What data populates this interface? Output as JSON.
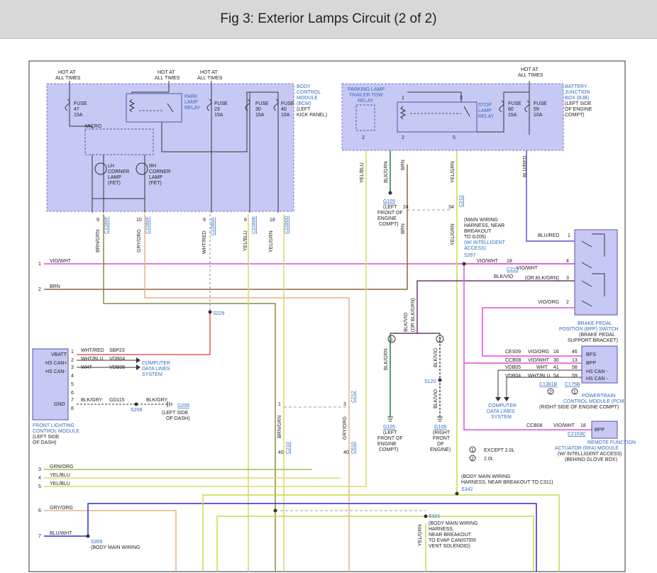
{
  "title": "Fig 3: Exterior Lamps Circuit (2 of 2)",
  "hot": [
    "HOT AT",
    "ALL TIMES"
  ],
  "bcm": {
    "name": [
      "BODY",
      "CONTROL",
      "MODULE",
      "(BCM)",
      "(LEFT",
      "KICK PANEL)"
    ],
    "fuses": [
      {
        "l": "FUSE",
        "n": "47",
        "a": "15A"
      },
      {
        "l": "FUSE",
        "n": "23",
        "a": "15A"
      },
      {
        "l": "FUSE",
        "n": "30",
        "a": "15A"
      },
      {
        "l": "FUSE",
        "n": "40",
        "a": "10A"
      }
    ],
    "relay": [
      "PARK",
      "LAMP",
      "RELAY"
    ],
    "micro": "MICRO",
    "lh": [
      "LH",
      "CORNER",
      "LAMP",
      "(FET)"
    ],
    "rh": [
      "RH",
      "CORNER",
      "LAMP",
      "(FET)"
    ],
    "pins": [
      {
        "p": "9",
        "c": "C2280F",
        "w": "BRN/GRN"
      },
      {
        "p": "10",
        "c": "C2280F",
        "w": "GRY/ORG"
      },
      {
        "p": "9",
        "c": "C2280A",
        "w": "WHT/RED"
      },
      {
        "p": "6",
        "c": "C2280E",
        "w": "YEL/BLU"
      },
      {
        "p": "18",
        "c": "C2280D",
        "w": "YEL/GRN"
      }
    ]
  },
  "bjb": {
    "name": [
      "BATTERY",
      "JUNCTION",
      "BOX (BJB)",
      "(LEFT SIDE",
      "OF ENGINE",
      "COMPT)"
    ],
    "fuses": [
      {
        "l": "FUSE",
        "n": "60",
        "a": "15A"
      },
      {
        "l": "FUSE",
        "n": "59",
        "a": "10A"
      }
    ],
    "trailer": [
      "PARKING LAMP",
      "TRAILER TOW",
      "RELAY"
    ],
    "stop": [
      "STOP",
      "LAMP",
      "RELAY"
    ],
    "pins": [
      "2",
      "1",
      "2",
      "3",
      "5"
    ],
    "wires": [
      "YEL/BLU",
      "BLK/GRN",
      "BRN",
      "YEL/GRN",
      "BLU/RED"
    ]
  },
  "g105": {
    "id": "G105",
    "desc": [
      "(LEFT",
      "FRONT OF",
      "ENGINE",
      "COMPT)"
    ]
  },
  "c212": {
    "c": "C212",
    "p24": "24",
    "p34": "34"
  },
  "mwh": {
    "lines": [
      "(MAIN WIRING",
      "HARNESS, NEAR",
      "BREAKOUT",
      "TO G205)",
      "(W/ INTELLIGENT",
      "ACCESS)"
    ],
    "s": "S267"
  },
  "left_lines": [
    {
      "n": "1",
      "w": "VIO/WHT"
    },
    {
      "n": "2",
      "w": "BRN"
    },
    {
      "n": "3",
      "w": "GRN/ORG"
    },
    {
      "n": "4",
      "w": "YEL/BLU"
    },
    {
      "n": "5",
      "w": "YEL/BLU"
    },
    {
      "n": "6",
      "w": "GRY/ORG"
    },
    {
      "n": "7",
      "w": "BLU/WHT"
    }
  ],
  "bpp": {
    "wires": [
      {
        "p": "1",
        "w": "BLU/RED"
      },
      {
        "p": "4",
        "w": "VIO/WHT"
      },
      {
        "p": "3",
        "w": "BLK/VIO"
      },
      {
        "p": "2",
        "w": "VIO/ORG"
      }
    ],
    "or": "(OR BLK/GRN)",
    "vw1": "VIO/WHT",
    "vw1p": "18",
    "c215": "C215",
    "name": [
      "BRAKE PEDAL",
      "POSITION (BPP) SWITCH",
      "(BRAKE PEDAL",
      "SUPPORT BRACKET)"
    ]
  },
  "s229": "S229",
  "flcm": {
    "pins": [
      "VBATT",
      "HS CAN+",
      "HS CAN-",
      "GND"
    ],
    "nums": [
      "1",
      "2",
      "3",
      "4",
      "5",
      "6",
      "7",
      "8"
    ],
    "w1": "WHT/RED",
    "s1": "SBP23",
    "w2": "WHT/BLU",
    "s2": "VDB04",
    "w3": "WHT",
    "s3": "VDB05",
    "cdls": [
      "COMPUTER",
      "DATA LINES",
      "SYSTEM"
    ],
    "w7": "BLK/GRY",
    "s7": "GD115",
    "w7b": "BLK/GRY",
    "s208": "S208",
    "g205": "G205",
    "g205d": [
      "(LEFT SIDE",
      "OF DASH)"
    ],
    "name": [
      "FRONT LIGHTING",
      "CONTROL MODULE",
      "(LEFT SIDE",
      "OF DASH)"
    ]
  },
  "blk": {
    "a": "BLK/VIO",
    "b": "(OR BLK/GRN)",
    "c1": "1",
    "c2": "2",
    "l": "BLK/GRN",
    "r": "BLK/VIO",
    "s120": "S120",
    "g105": "G105",
    "g105d": [
      "(LEFT",
      "FRONT OF",
      "ENGINE",
      "COMPT)"
    ],
    "g109": "G109",
    "g109d": [
      "(RIGHT",
      "FRONT",
      "OF",
      "ENGINE)"
    ]
  },
  "pcm": {
    "rows": [
      {
        "s": "CES09",
        "w": "VIO/ORG",
        "a": "16",
        "b": "46",
        "p": "BPS"
      },
      {
        "s": "CCB08",
        "w": "VIO/WHT",
        "a": "30",
        "b": "13",
        "p": "BPP"
      },
      {
        "s": "VDB05",
        "w": "WHT",
        "a": "41",
        "b": "58",
        "p": "HS CAN -"
      },
      {
        "s": "VDB04",
        "w": "WHT/BLU",
        "a": "54",
        "b": "59",
        "p": "HS CAN -"
      }
    ],
    "c1": "C1381B",
    "c2": "C175B",
    "n2": "2",
    "n1": "1",
    "cdls": [
      "COMPUTER",
      "DATA LINES",
      "SYSTEM"
    ],
    "name": [
      "POWERTRAIN",
      "CONTROL MODULE (PCM)",
      "(RIGHT SIDE OF ENGINE COMPT)"
    ]
  },
  "rfa": {
    "s": "CCB08",
    "w": "VIO/WHT",
    "p": "18",
    "c": "C2153C",
    "b": "BPP",
    "name": [
      "REMOTE FUNCTION",
      "ACTUATOR (RFA) MODULE",
      "(W/ INTELLIGENT ACCESS)",
      "(BEHIND GLOVE BOX)"
    ]
  },
  "legend": [
    {
      "n": "1",
      "t": "EXCEPT 2.0L"
    },
    {
      "n": "2",
      "t": "2.0L"
    }
  ],
  "mid": {
    "p1": "1",
    "p3": "3",
    "c212": "C212",
    "w1": "BRN/GRN",
    "w2": "GRY/ORG",
    "p40": "40",
    "c210": "C210",
    "c610": "C610"
  },
  "bmh": {
    "t": [
      "(BODY MAIN WIRING",
      "HARNESS, NEAR BREAKOUT TO C311)"
    ],
    "s": "S342"
  },
  "s321": {
    "s": "S321",
    "t": [
      "(BODY MAIN WIRING",
      "HARNESS,",
      "NEAR BREAKOUT",
      "TO EVAP CANISTER",
      "VENT SOLENOID)"
    ],
    "w": "YEL/GRN"
  },
  "s309": {
    "s": "S309",
    "t": "(BODY MAIN WIRING"
  },
  "colors": {
    "vio": "#e14fd8",
    "brn": "#8a6a3a",
    "grn": "#1f9a3b",
    "yel": "#d9d96a",
    "blu": "#2c2ccc",
    "gry": "#e6b38a",
    "red": "#e85a5a",
    "olive": "#8a8a3a",
    "purple": "#6a3a6a"
  }
}
